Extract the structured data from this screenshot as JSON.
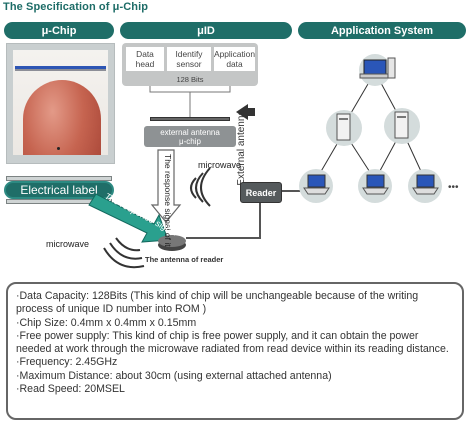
{
  "title": "The Specification of μ-Chip",
  "headers": {
    "chip": "μ-Chip",
    "id": "μID",
    "app": "Application System"
  },
  "electrical_label": "Electrical label",
  "data_fields": [
    "Data head",
    "Identify sensor",
    "Application data"
  ],
  "bits_label": "128 Bits",
  "chip_label": [
    "external antenna",
    "μ-chip"
  ],
  "external_antenna_label": "External antenna",
  "response_signal_vertical": "The response signal of it",
  "response_signal_diagonal": "The response signal",
  "microwave_label": "microwave",
  "reader_label": "Reader",
  "antenna_of_reader_label": "The antenna of reader",
  "ellipsis": "•••",
  "colors": {
    "accent": "#1f6e68",
    "panel": "#c4c6c6"
  },
  "specs": [
    "·Data Capacity: 128Bits (This kind of chip will be unchangeable because of the writing process of unique ID number into ROM )",
    "·Chip Size: 0.4mm x 0.4mm x 0.15mm",
    "·Free power supply: This kind of chip is free power supply, and it can obtain the power needed at work through the microwave radiated from read device within its reading distance.",
    "·Frequency: 2.45GHz",
    "·Maximum Distance: about 30cm (using external attached antenna)",
    "·Read Speed: 20MSEL"
  ]
}
